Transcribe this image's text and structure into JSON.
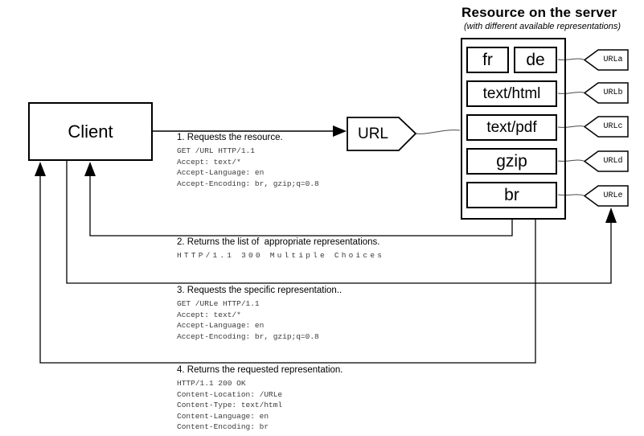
{
  "title": {
    "heading": "Resource on the server",
    "subtitle": "(with different available representations)"
  },
  "client": {
    "label": "Client"
  },
  "url_node": {
    "label": "URL"
  },
  "server": {
    "rows": [
      {
        "boxes": [
          "fr",
          "de"
        ],
        "url": "URLa"
      },
      {
        "boxes": [
          "text/html"
        ],
        "url": "URLb"
      },
      {
        "boxes": [
          "text/pdf"
        ],
        "url": "URLc"
      },
      {
        "boxes": [
          "gzip"
        ],
        "url": "URLd"
      },
      {
        "boxes": [
          "br"
        ],
        "url": "URLe"
      }
    ]
  },
  "messages": [
    {
      "heading": "1. Requests the resource.",
      "lines": [
        "GET /URL HTTP/1.1",
        "Accept: text/*",
        "Accept-Language: en",
        "Accept-Encoding: br, gzip;q=0.8"
      ]
    },
    {
      "heading": "2. Returns the list of  appropriate representations.",
      "lines": [
        "HTTP/1.1 300 Multiple Choices"
      ]
    },
    {
      "heading": "3. Requests the specific representation..",
      "lines": [
        "GET /URLe HTTP/1.1",
        "Accept: text/*",
        "Accept-Language: en",
        "Accept-Encoding: br, gzip;q=0.8"
      ]
    },
    {
      "heading": "4. Returns the requested representation.",
      "lines": [
        "HTTP/1.1 200 OK",
        "Content-Location: /URLe",
        "Content-Type: text/html",
        "Content-Language: en",
        "Content-Encoding: br"
      ]
    }
  ],
  "colors": {
    "line": "#000000",
    "connector": "#4a4a4a",
    "mono_text": "#3b3b3b",
    "background": "#ffffff"
  }
}
